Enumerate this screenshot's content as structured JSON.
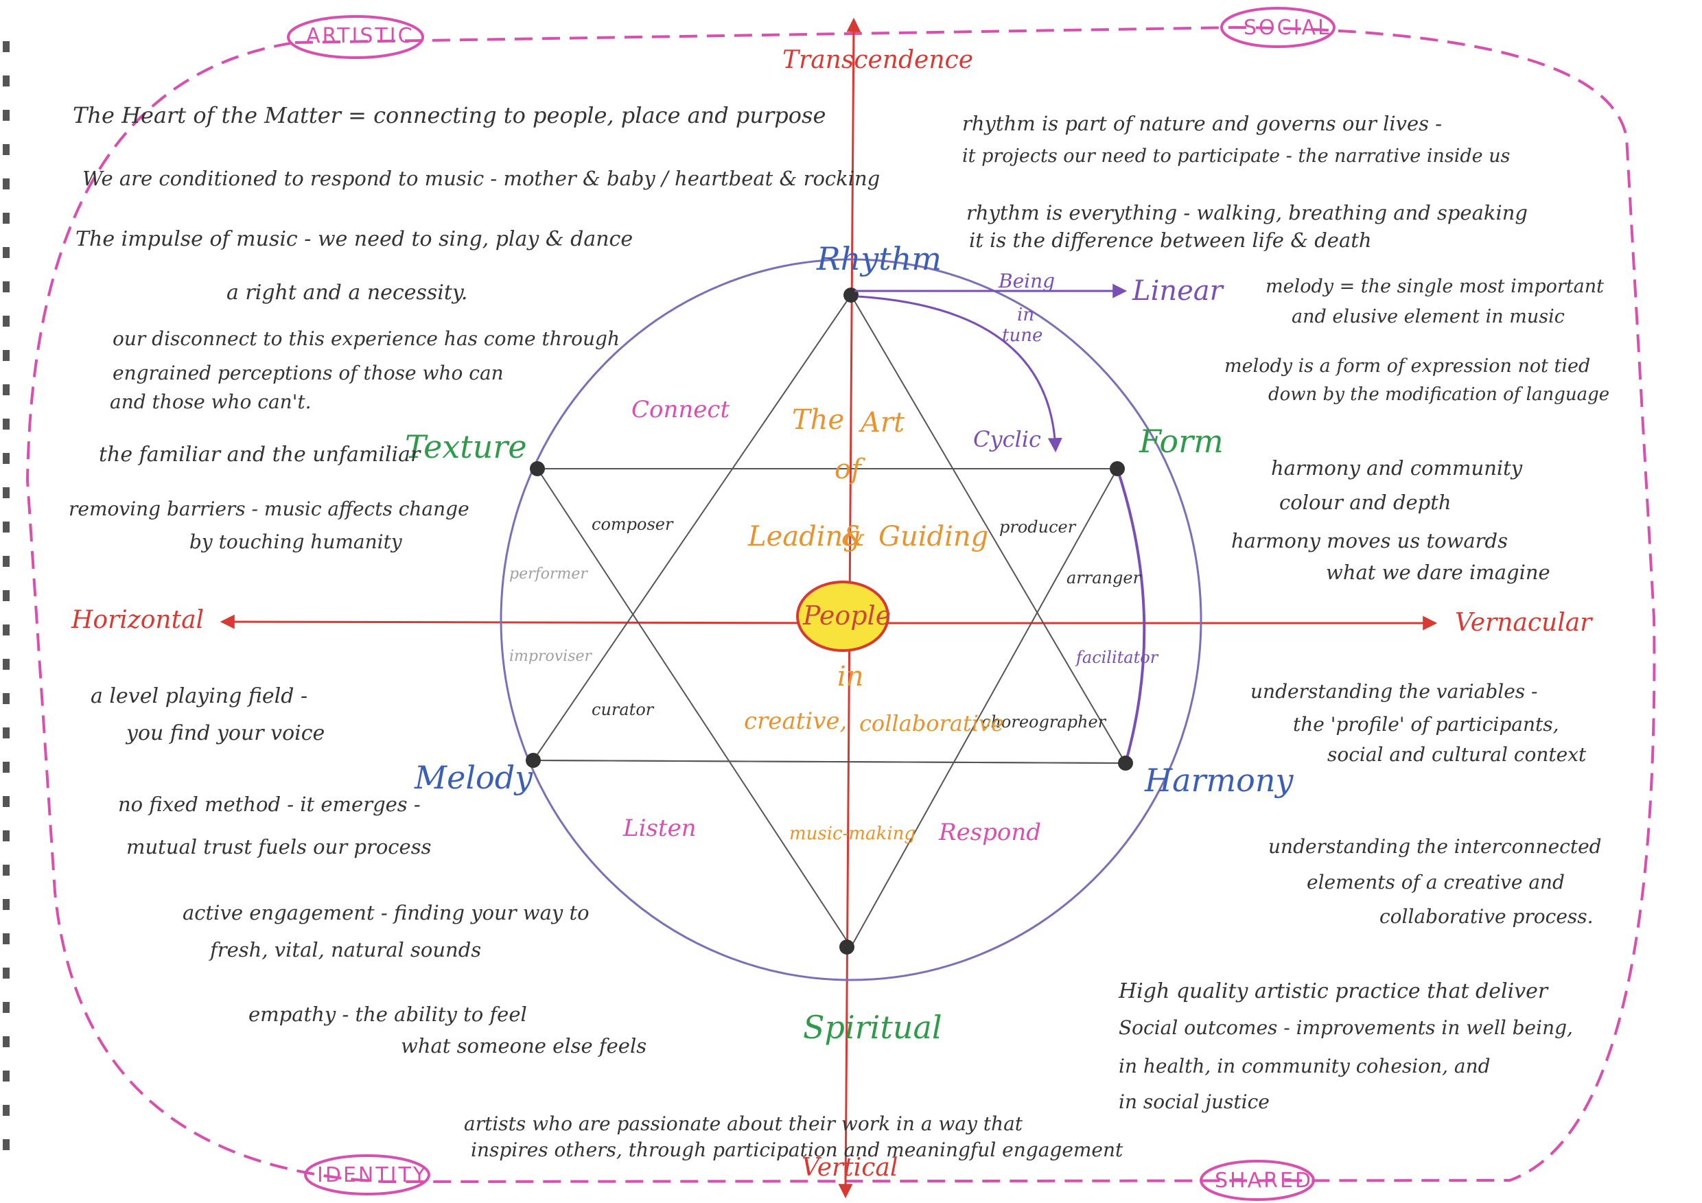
{
  "corners": {
    "top_left": "ARTISTIC",
    "top_right": "SOCIAL",
    "bottom_left": "IDENTITY",
    "bottom_right": "SHARED"
  },
  "axes": {
    "top": "Transcendence",
    "bottom": "Vertical",
    "left": "Horizontal",
    "right": "Vernacular"
  },
  "vertices": {
    "top": "Rhythm",
    "upper_left": "Texture",
    "upper_right": "Form",
    "lower_left": "Melody",
    "lower_right": "Harmony",
    "bottom": "Spiritual"
  },
  "rhythm_arrows": {
    "linear": "Linear",
    "cyclic": "Cyclic",
    "being": "Being",
    "in": "in",
    "tune": "tune"
  },
  "sector_words": {
    "connect": "Connect",
    "listen": "Listen",
    "respond": "Respond"
  },
  "roles": {
    "composer": "composer",
    "performer": "performer",
    "improviser": "improviser",
    "curator": "curator",
    "producer": "producer",
    "arranger": "arranger",
    "facilitator": "facilitator",
    "choreographer": "choreographer"
  },
  "center": {
    "the": "The",
    "art": "Art",
    "of": "of",
    "leading": "Leading",
    "amp": "&",
    "guiding": "Guiding",
    "people": "People",
    "in": "in",
    "creative": "creative,",
    "collaborative": "collaborative",
    "music_making": "music-making"
  },
  "notes_left": [
    "The Heart of the Matter = connecting to people, place and purpose",
    "We are conditioned to respond to music - mother & baby / heartbeat & rocking",
    "The impulse of music - we need to sing, play & dance",
    "a right and a necessity.",
    "our disconnect to this experience has come through",
    "engrained perceptions of those who can",
    "and those who can't.",
    "the familiar and the unfamiliar",
    "removing barriers - music affects change",
    "by touching humanity",
    "a level playing field -",
    "you find your voice",
    "no fixed method - it emerges -",
    "mutual trust fuels our process",
    "active engagement - finding your way to",
    "fresh, vital, natural sounds",
    "empathy - the ability to feel",
    "what someone else feels"
  ],
  "notes_right": [
    "rhythm is part of nature and governs our lives -",
    "it projects our need to participate - the narrative inside us",
    "rhythm is everything - walking, breathing and speaking",
    "it is the difference between life & death",
    "melody = the single most important",
    "and elusive element in music",
    "melody is a form of expression not tied",
    "down by the modification of language",
    "harmony and community",
    "colour and depth",
    "harmony moves us towards",
    "what we dare imagine",
    "understanding the variables -",
    "the 'profile' of participants,",
    "social and cultural context",
    "understanding the interconnected",
    "elements of a creative and",
    "collaborative process.",
    "High quality artistic practice that deliver",
    "Social outcomes - improvements in well being,",
    "in health, in community cohesion, and",
    "in social justice"
  ],
  "notes_bottom": [
    "artists who are passionate about their work in a way that",
    "inspires others, through participation and meaningful engagement"
  ],
  "colors": {
    "pink": "#d94fb0",
    "red": "#d83a33",
    "purple": "#7a4fb5",
    "blue": "#3a5fb5",
    "green": "#2e9a4a",
    "orange": "#e8942e",
    "yellow": "#f7e33b"
  }
}
